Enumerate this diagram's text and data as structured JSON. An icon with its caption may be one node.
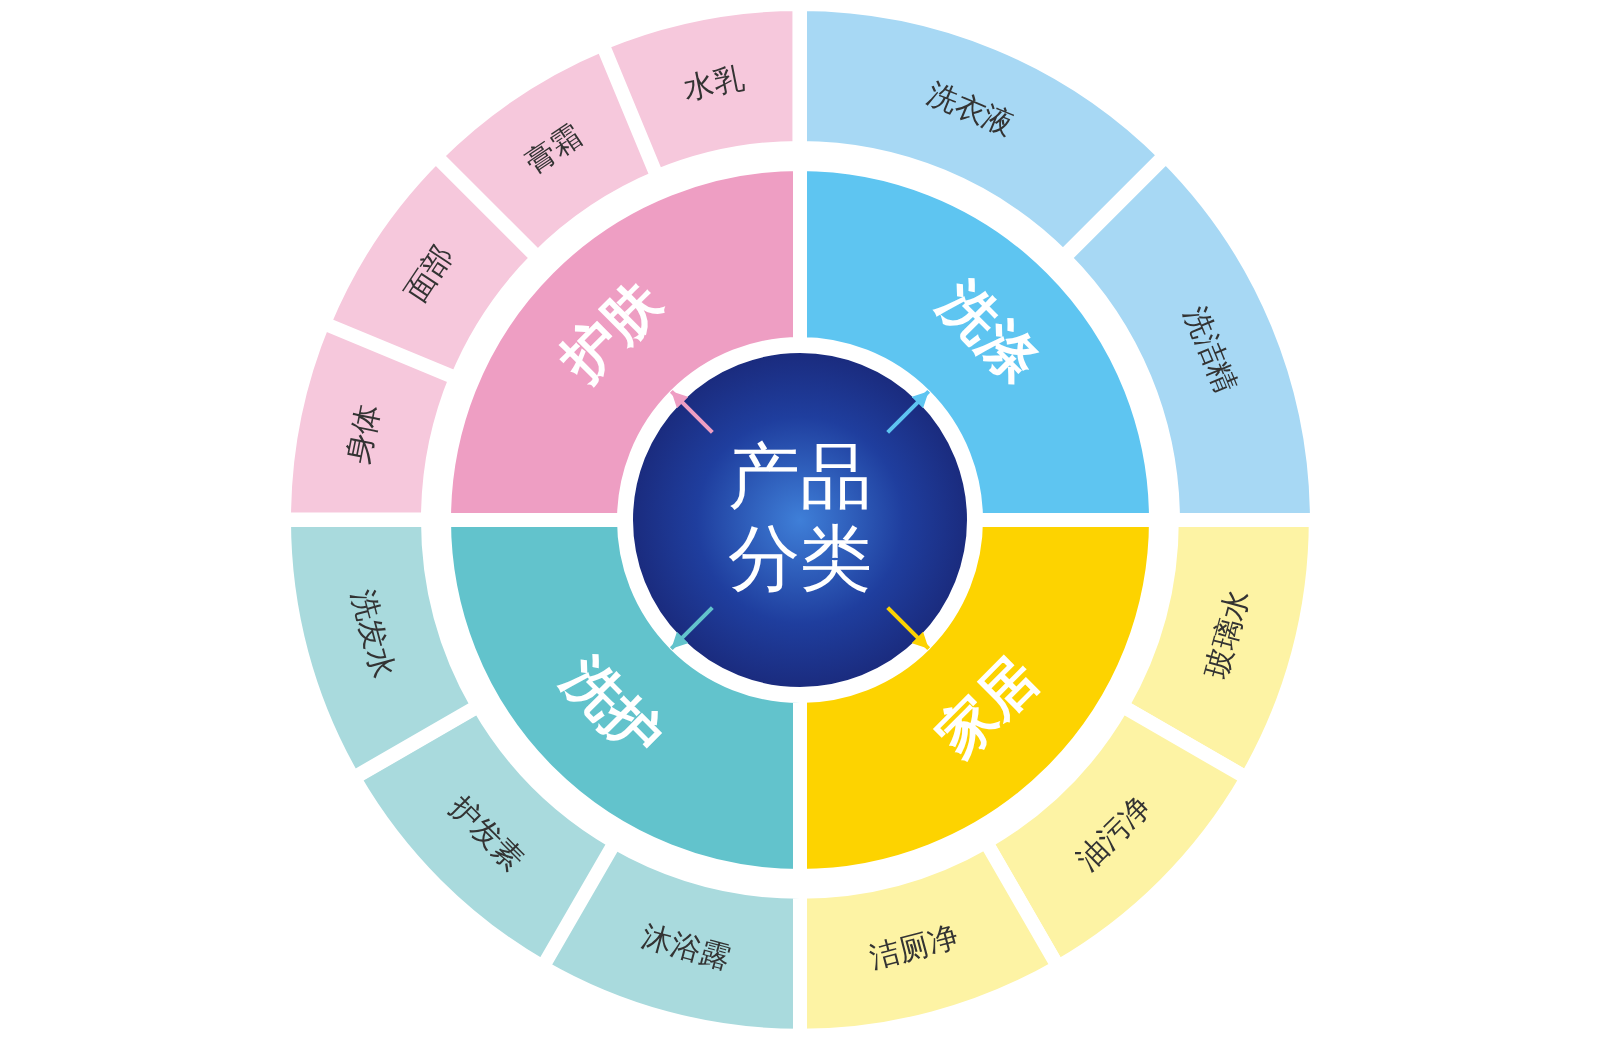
{
  "diagram": {
    "nodes": [
      {
        "text": [
          "产品分类"
        ]
      },
      {
        "text": [
          "护肤"
        ]
      },
      {
        "text": [
          "洗涤"
        ]
      },
      {
        "text": [
          "家居"
        ]
      },
      {
        "text": [
          "洗护"
        ]
      },
      {
        "text": [
          "身体"
        ]
      },
      {
        "text": [
          "面部"
        ]
      },
      {
        "text": [
          "膏霜"
        ]
      },
      {
        "text": [
          "水乳"
        ]
      },
      {
        "text": [
          "洗衣液"
        ]
      },
      {
        "text": [
          "洗洁精"
        ]
      },
      {
        "text": [
          "玻璃水"
        ]
      },
      {
        "text": [
          "油污净"
        ]
      },
      {
        "text": [
          "洁厕净"
        ]
      },
      {
        "text": [
          "沐浴露"
        ]
      },
      {
        "text": [
          "护发素"
        ]
      },
      {
        "text": [
          "洗发水"
        ]
      }
    ],
    "edges": [
      {
        "from": 0,
        "to": 1,
        "arrow": "to",
        "color": "#ee9ec3"
      },
      {
        "from": 0,
        "to": 2,
        "arrow": "to",
        "color": "#5ec5f1"
      },
      {
        "from": 0,
        "to": 3,
        "arrow": "to",
        "color": "#fdd300"
      },
      {
        "from": 0,
        "to": 4,
        "arrow": "to",
        "color": "#62c3cc"
      }
    ]
  }
}
